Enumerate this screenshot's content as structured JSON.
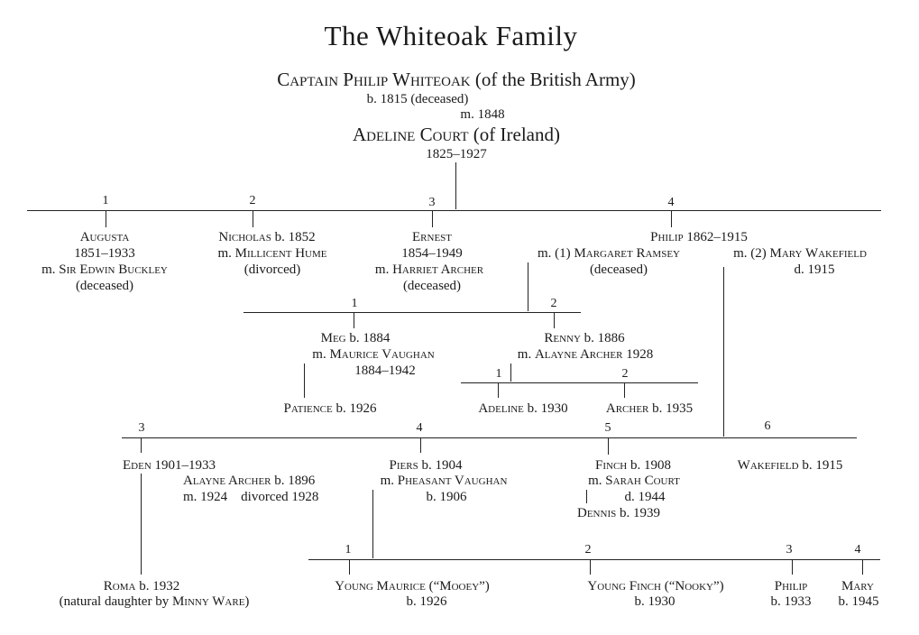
{
  "title": "The Whiteoak Family",
  "patriarch": {
    "name": "Captain Philip Whiteoak",
    "note": "(of the British Army)",
    "dates": "b. 1815 (deceased)"
  },
  "marriage": "m. 1848",
  "matriarch": {
    "name": "Adeline Court",
    "note": "(of Ireland)",
    "dates": "1825–1927"
  },
  "generation1": [
    {
      "order": "1",
      "name": "Augusta",
      "line2": "1851–1933",
      "line3_prefix": "m. ",
      "spouse": "Sir Edwin Buckley",
      "line4": "(deceased)"
    },
    {
      "order": "2",
      "name": "Nicholas",
      "dates": "b. 1852",
      "line2_prefix": "m. ",
      "spouse": "Millicent Hume",
      "line3": "(divorced)"
    },
    {
      "order": "3",
      "name": "Ernest",
      "line2": "1854–1949",
      "line3_prefix": "m. ",
      "spouse": "Harriet Archer",
      "line4": "(deceased)"
    },
    {
      "order": "4",
      "name": "Philip",
      "dates": "1862–1915",
      "spouse1_prefix": "m. (1) ",
      "spouse1": "Margaret Ramsey",
      "spouse1_note": "(deceased)",
      "spouse2_prefix": "m. (2) ",
      "spouse2": "Mary Wakefield",
      "spouse2_note": "d. 1915"
    }
  ],
  "philip_first_marriage_children": [
    {
      "order": "1",
      "name": "Meg",
      "dates": "b. 1884",
      "line2_prefix": "m. ",
      "spouse": "Maurice Vaughan",
      "line3": "1884–1942"
    },
    {
      "order": "2",
      "name": "Renny",
      "dates": "b. 1886",
      "line2_prefix": "m. ",
      "spouse": "Alayne Archer",
      "line2_suffix": " 1928"
    }
  ],
  "meg_children": [
    {
      "name": "Patience",
      "dates": "b. 1926"
    }
  ],
  "renny_children": [
    {
      "order": "1",
      "name": "Adeline",
      "dates": "b. 1930"
    },
    {
      "order": "2",
      "name": "Archer",
      "dates": "b. 1935"
    }
  ],
  "philip_later_children": [
    {
      "order": "3",
      "name": "Eden",
      "dates": "1901–1933",
      "spouse": "Alayne Archer",
      "spouse_dates": "b. 1896",
      "married": "m. 1924",
      "divorced": "divorced 1928"
    },
    {
      "order": "4",
      "name": "Piers",
      "dates": "b. 1904",
      "line2_prefix": "m. ",
      "spouse": "Pheasant Vaughan",
      "line3": "b. 1906"
    },
    {
      "order": "5",
      "name": "Finch",
      "dates": "b. 1908",
      "line2_prefix": "m. ",
      "spouse": "Sarah Court",
      "line3": "d. 1944"
    },
    {
      "order": "6",
      "name": "Wakefield",
      "dates": "b. 1915"
    }
  ],
  "finch_children": [
    {
      "name": "Dennis",
      "dates": "b. 1939"
    }
  ],
  "eden_children": [
    {
      "name": "Roma",
      "dates": "b. 1932",
      "note_prefix": "(natural daughter by ",
      "note_name": "Minny Ware",
      "note_suffix": ")"
    }
  ],
  "piers_children": [
    {
      "order": "1",
      "name": "Young Maurice (“Mooey”)",
      "dates": "b. 1926"
    },
    {
      "order": "2",
      "name": "Young Finch (“Nooky”)",
      "dates": "b. 1930"
    },
    {
      "order": "3",
      "name": "Philip",
      "dates": "b. 1933"
    },
    {
      "order": "4",
      "name": "Mary",
      "dates": "b. 1945"
    }
  ]
}
